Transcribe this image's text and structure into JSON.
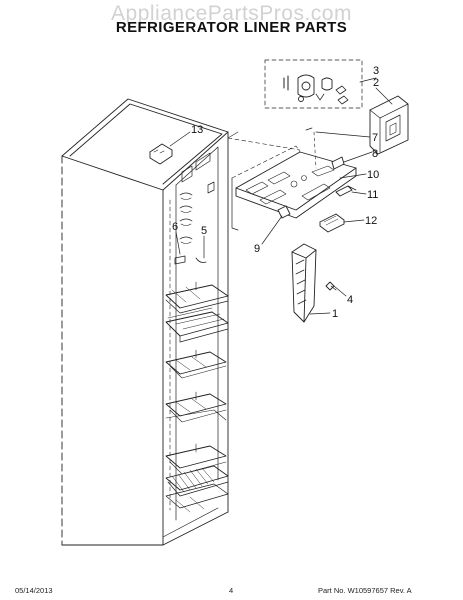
{
  "watermark": "AppliancePartsPros.com",
  "title": "REFRIGERATOR LINER PARTS",
  "callouts": {
    "c1": "1",
    "c2": "2",
    "c3": "3",
    "c4": "4",
    "c5": "5",
    "c6": "6",
    "c7": "7",
    "c8": "8",
    "c9": "9",
    "c10": "10",
    "c11": "11",
    "c12": "12",
    "c13": "13"
  },
  "footer": {
    "date": "05/14/2013",
    "page": "4",
    "part": "Part No. W10597657  Rev. A"
  }
}
